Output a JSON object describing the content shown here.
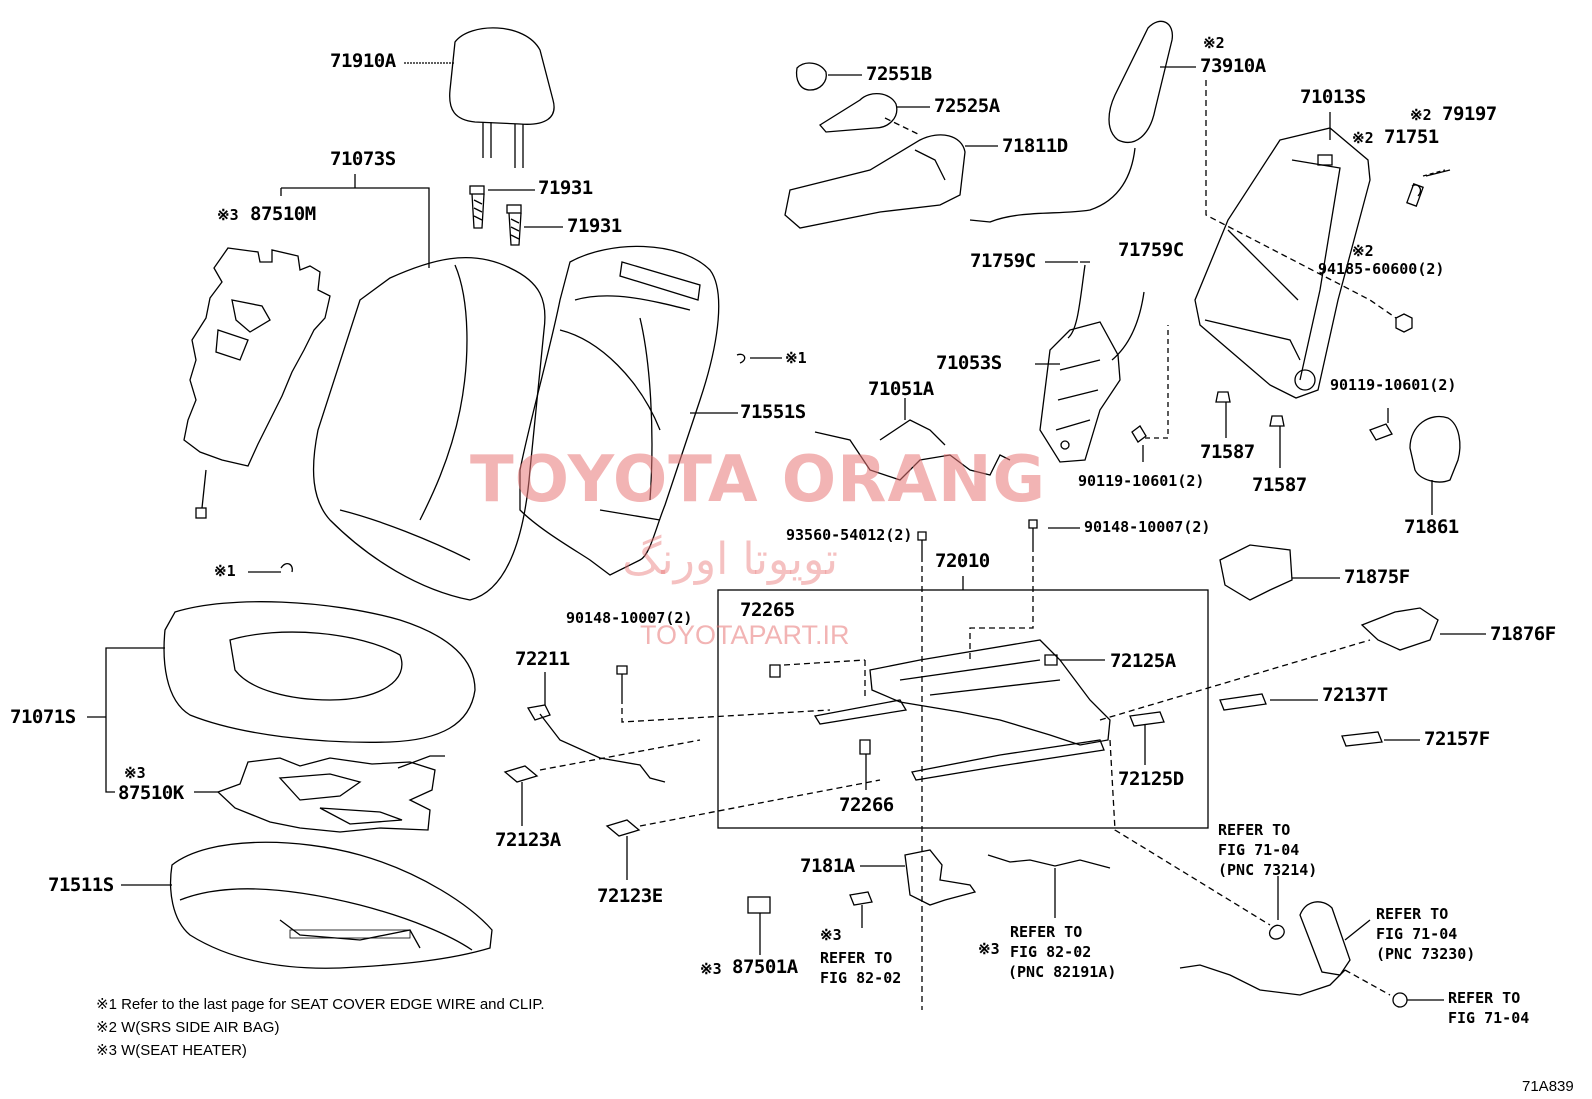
{
  "parts": {
    "p71910A": "71910A",
    "p71073S": "71073S",
    "p87510M": "87510M",
    "p87510M_mark": "※3",
    "p71931a": "71931",
    "p71931b": "71931",
    "p72551B": "72551B",
    "p72525A": "72525A",
    "p71811D": "71811D",
    "p73910A": "73910A",
    "p73910A_mark": "※2",
    "p71013S": "71013S",
    "p79197": "79197",
    "p79197_mark": "※2",
    "p71751": "71751",
    "p71751_mark": "※2",
    "p94185": "94185-60600(2)",
    "p94185_mark": "※2",
    "p90119_r": "90119-10601(2)",
    "p71759C_l": "71759C",
    "p71759C_r": "71759C",
    "p71053S": "71053S",
    "p71051A": "71051A",
    "p71551S": "71551S",
    "clip_mark1": "※1",
    "clip_mark2": "※1",
    "p90119_m": "90119-10601(2)",
    "p71587a": "71587",
    "p71587b": "71587",
    "p71861": "71861",
    "p93560": "93560-54012(2)",
    "p90148_r": "90148-10007(2)",
    "p72010": "72010",
    "p71875F": "71875F",
    "p71876F": "71876F",
    "p90148_l": "90148-10007(2)",
    "p72265": "72265",
    "p72211": "72211",
    "p72125A": "72125A",
    "p72137T": "72137T",
    "p72157F": "72157F",
    "p71071S": "71071S",
    "p87510K": "87510K",
    "p87510K_mark": "※3",
    "p72123A": "72123A",
    "p72266": "72266",
    "p72125D": "72125D",
    "p72123E": "72123E",
    "p71511S": "71511S",
    "p7181A": "7181A",
    "p87501A": "87501A",
    "p87501A_mark": "※3"
  },
  "refs": {
    "ref1": [
      "REFER TO",
      "FIG 71-04",
      "(PNC 73214)"
    ],
    "ref2": [
      "REFER TO",
      "FIG 71-04",
      "(PNC 73230)"
    ],
    "ref3": [
      "REFER TO",
      "FIG 71-04"
    ],
    "ref4": [
      "REFER TO",
      "FIG 82-02",
      "(PNC 82191A)"
    ],
    "ref4_mark": "※3",
    "ref5": [
      "REFER TO",
      "FIG 82-02"
    ],
    "ref5_mark": "※3"
  },
  "footnotes": [
    "※1 Refer to the last page for SEAT COVER EDGE WIRE and CLIP.",
    "※2 W(SRS SIDE AIR BAG)",
    "※3 W(SEAT HEATER)"
  ],
  "figure_code": "71A839",
  "watermark": {
    "line1": "TOYOTA ORANG",
    "line2": "تویوتا اورنگ",
    "line3": "TOYOTAPART.IR"
  },
  "colors": {
    "line": "#000000",
    "watermark": "#e87676"
  }
}
